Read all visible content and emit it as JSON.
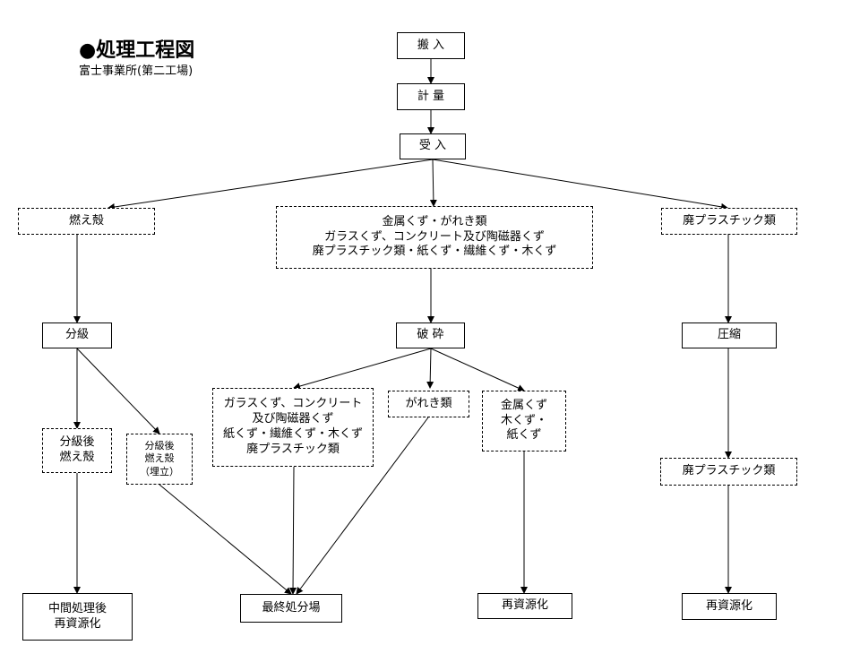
{
  "header": {
    "title": "●処理工程図",
    "subtitle": "富士事業所(第二工場)"
  },
  "nodes": {
    "hannyu": "搬 入",
    "keiryo": "計 量",
    "ukeire": "受 入",
    "moegara": "燃え殻",
    "kinzoku_lines": [
      "金属くず・がれき類",
      "ガラスくず、コンクリート及び陶磁器くず",
      "廃プラスチック類・紙くず・繊維くず・木くず"
    ],
    "haipura_top": "廃プラスチック類",
    "bunkyu": "分級",
    "hasai": "破 砕",
    "asshuku": "圧縮",
    "bunkyugo_lines": [
      "分級後",
      "燃え殻"
    ],
    "bunkyugo_umetate_lines": [
      "分級後",
      "燃え殻",
      "（埋立）"
    ],
    "garasu_lines": [
      "ガラスくず、コンクリート",
      "及び陶磁器くず",
      "紙くず・繊維くず・木くず",
      "廃プラスチック類"
    ],
    "gareki": "がれき類",
    "kinzoku_moku_lines": [
      "金属くず",
      "木くず・",
      "紙くず"
    ],
    "haipura_bottom": "廃プラスチック類",
    "chukan_lines": [
      "中間処理後",
      "再資源化"
    ],
    "saishu": "最終処分場",
    "saishigen_center": "再資源化",
    "saishigen_right": "再資源化"
  }
}
